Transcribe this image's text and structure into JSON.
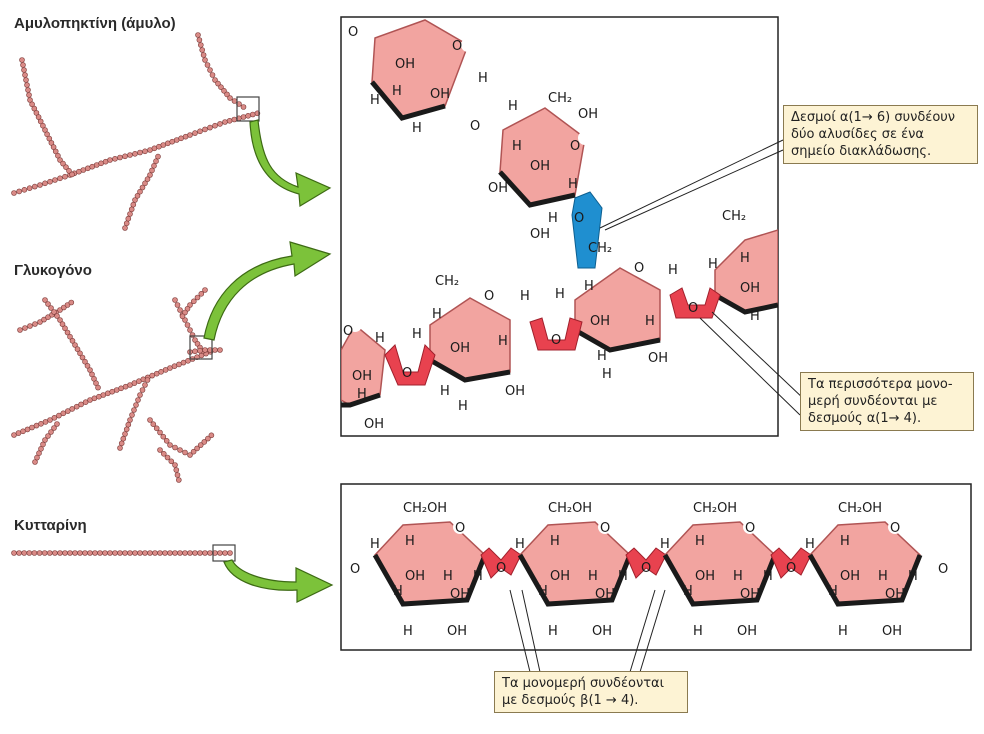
{
  "labels": {
    "amylopectin": "Αμυλοπηκτίνη (άμυλο)",
    "glycogen": "Γλυκογόνο",
    "cellulose": "Κυτταρίνη"
  },
  "callouts": {
    "alpha16": [
      "Δεσμοί α(1→ 6) συνδέουν",
      "δύο αλυσίδες σε ένα",
      "σημείο διακλάδωσης."
    ],
    "alpha14": [
      "Τα περισσότερα μονο-",
      "μερή συνδέονται με",
      "δεσμούς α(1→ 4)."
    ],
    "beta14": [
      "Τα μονομερή συνδέονται",
      "με δεσμούς β(1 → 4)."
    ]
  },
  "atoms": {
    "ch2oh": "CH₂OH",
    "oh": "OH",
    "h": "H",
    "o": "O",
    "ch2": "CH₂"
  },
  "colors": {
    "ring_fill": "#f2a4a0",
    "ring_edge": "#b05454",
    "beads": "#d98a86",
    "arrow": "#7cc23a",
    "alpha14_link": "#e8424f",
    "alpha16_link": "#1f8fd0",
    "callout_bg": "#fdf3d4"
  }
}
